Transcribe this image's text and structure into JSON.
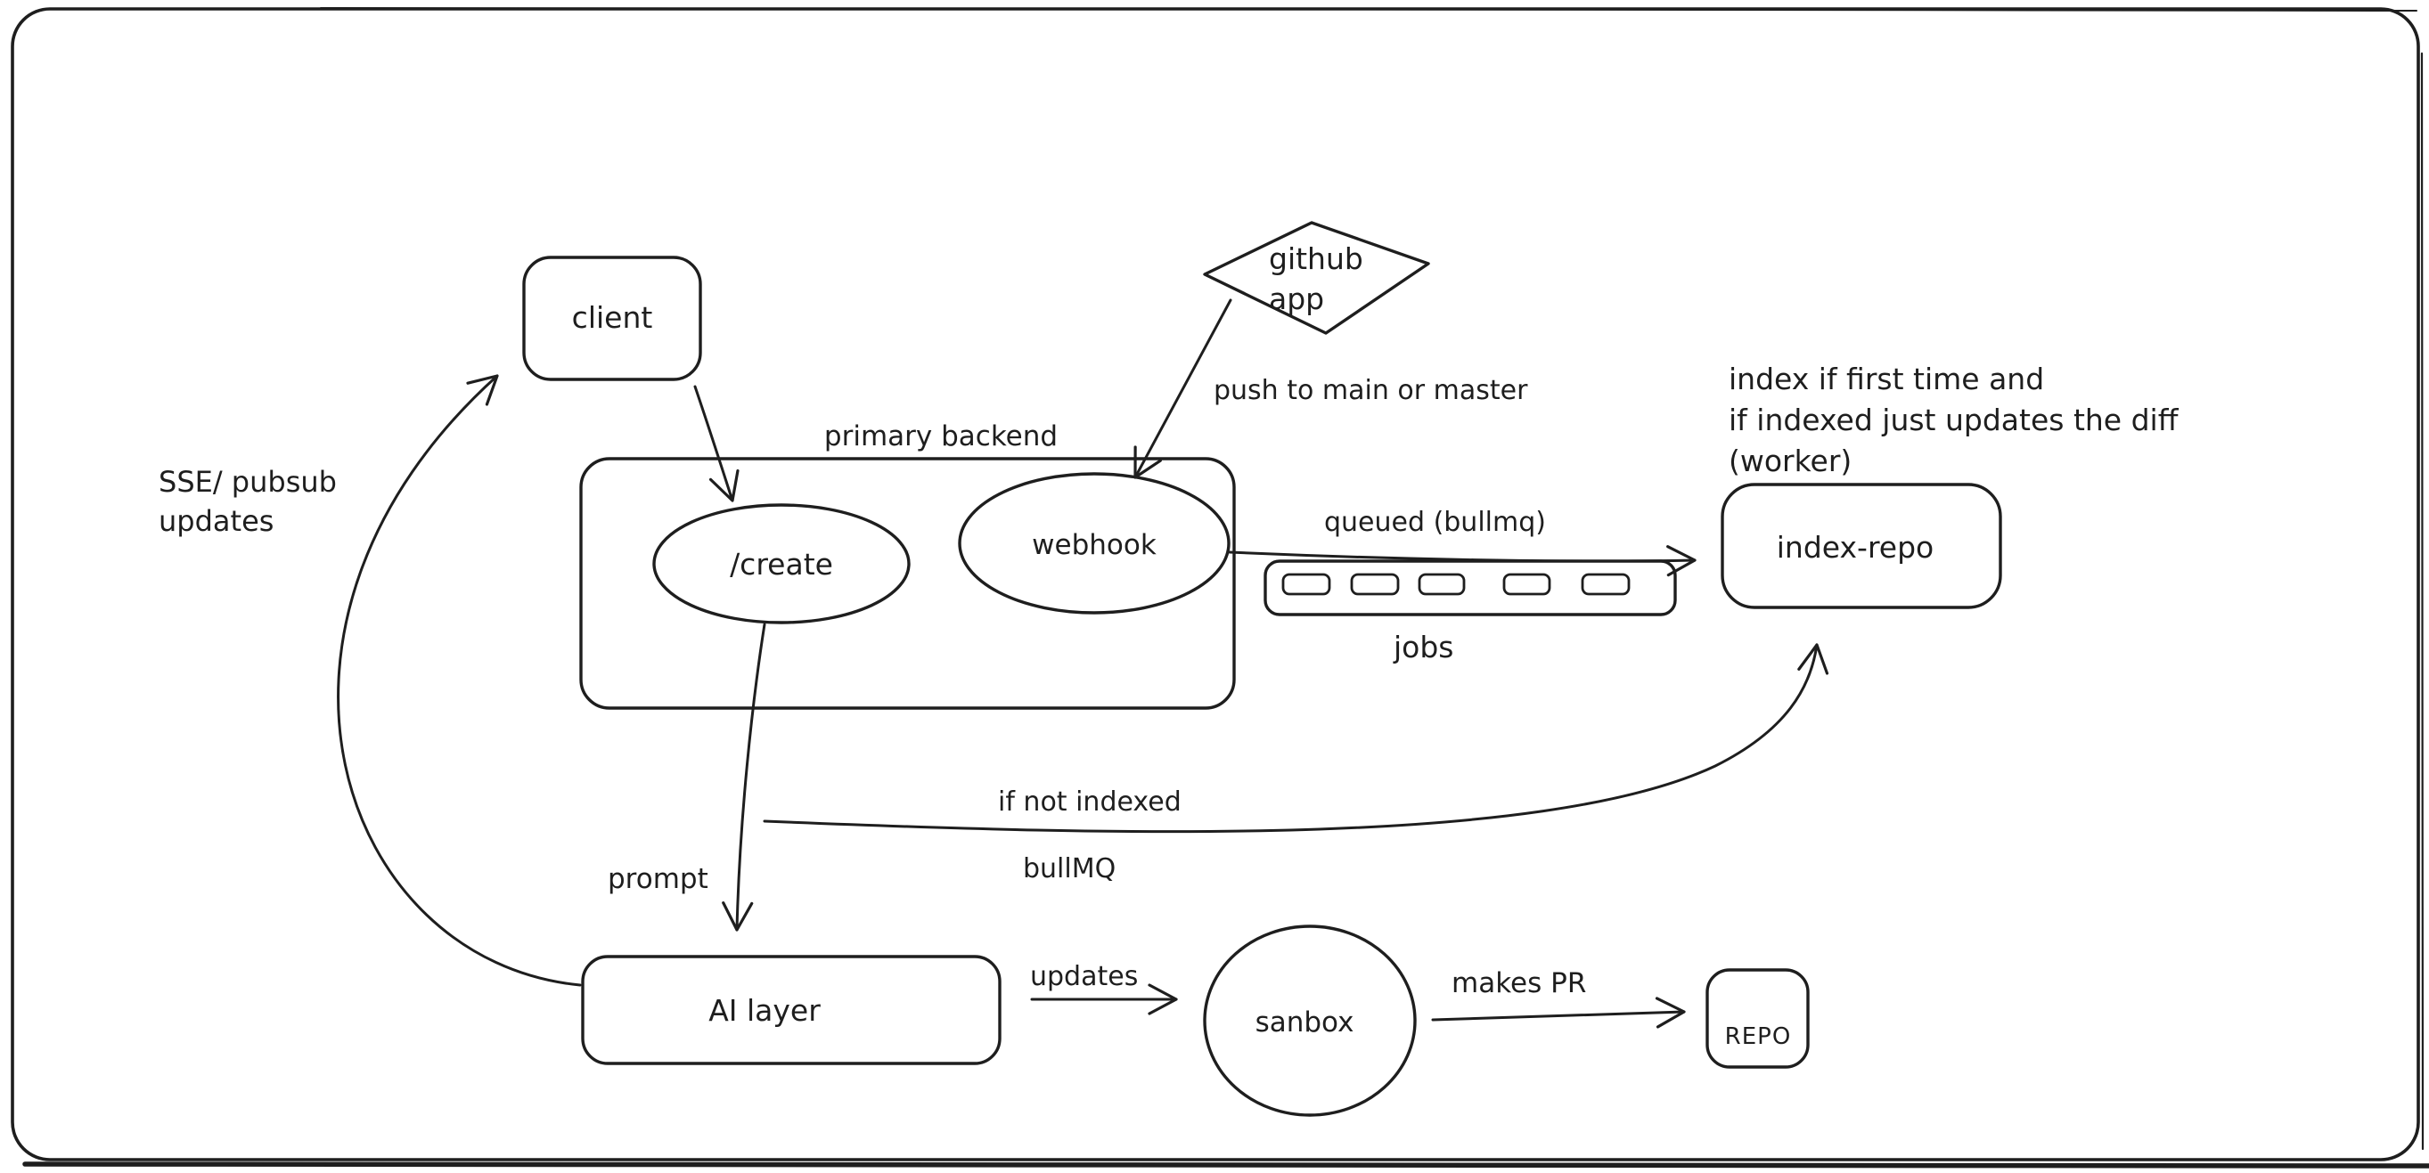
{
  "canvas": {
    "background": "#ffffff",
    "ink": "#1e1e1e"
  },
  "nodes": {
    "client": {
      "label": "client"
    },
    "github_app": {
      "line1": "github",
      "line2": "app"
    },
    "primary_backend": {
      "label": "primary backend"
    },
    "create_endpoint": {
      "label": "/create"
    },
    "webhook": {
      "label": "webhook"
    },
    "jobs_queue": {
      "label": "jobs"
    },
    "index_repo": {
      "label": "index-repo"
    },
    "ai_layer": {
      "label": "AI layer"
    },
    "sandbox": {
      "label": "sanbox"
    },
    "repo": {
      "label": "REPO"
    }
  },
  "labels": {
    "sse": {
      "line1": "SSE/ pubsub",
      "line2": "updates"
    },
    "push_to_main": "push to main or master",
    "queued_bullmq": "queued (bullmq)",
    "prompt": "prompt",
    "if_not_indexed": "if not indexed",
    "bullmq": "bullMQ",
    "updates": "updates",
    "makes_pr": "makes PR",
    "worker_note": {
      "line1": "index if first time and",
      "line2": "if indexed just updates the diff",
      "line3": "(worker)"
    }
  }
}
